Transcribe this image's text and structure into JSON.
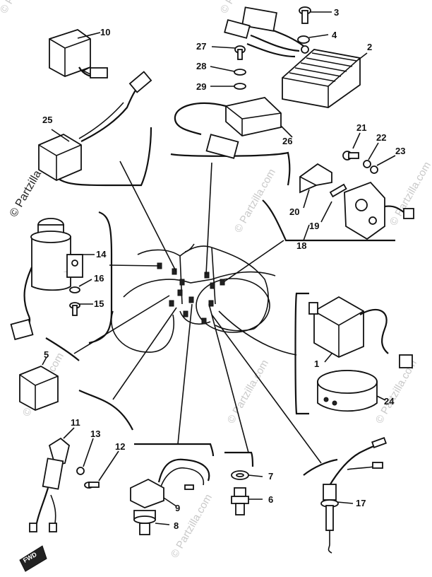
{
  "watermark": {
    "brand": "© Partzilla.com",
    "main": "© Partzilla.com",
    "small": "© Partzilla.com"
  },
  "direction_label": "FWD",
  "callouts": {
    "c1": "1",
    "c2": "2",
    "c3": "3",
    "c4": "4",
    "c5": "5",
    "c6": "6",
    "c7": "7",
    "c8": "8",
    "c9": "9",
    "c10": "10",
    "c11": "11",
    "c12": "12",
    "c13": "13",
    "c14": "14",
    "c15": "15",
    "c16": "16",
    "c17": "17",
    "c18": "18",
    "c19": "19",
    "c20": "20",
    "c21": "21",
    "c22": "22",
    "c23": "23",
    "c24": "24",
    "c25": "25",
    "c26": "26",
    "c27": "27",
    "c28": "28",
    "c29": "29"
  }
}
